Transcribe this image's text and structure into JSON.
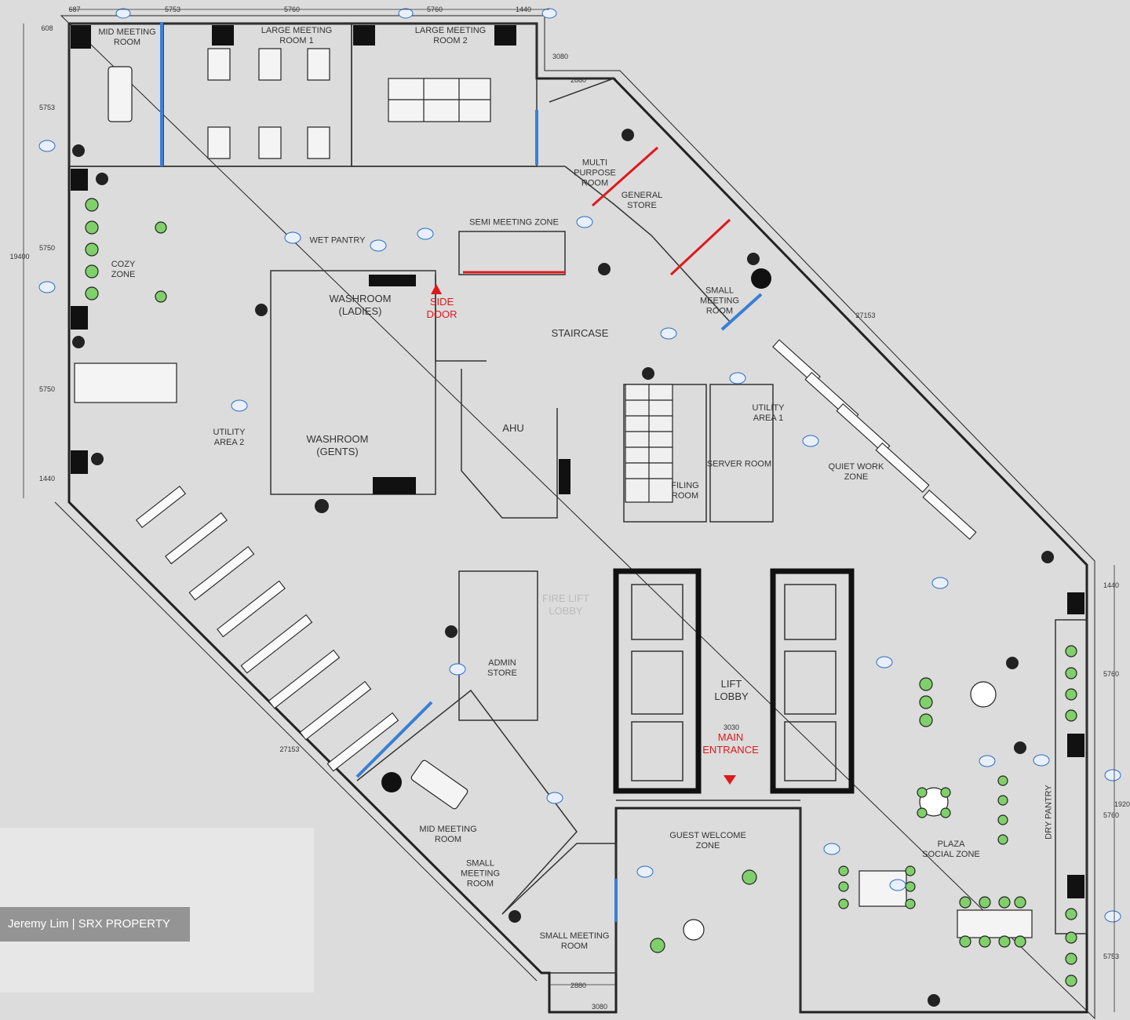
{
  "rooms": {
    "mid_meeting_room_top": "MID MEETING\nROOM",
    "large_meeting_room_1": "LARGE MEETING\nROOM 1",
    "large_meeting_room_2": "LARGE MEETING\nROOM 2",
    "multi_purpose_room": "MULTI\nPURPOSE\nROOM",
    "general_store": "GENERAL\nSTORE",
    "semi_meeting_zone": "SEMI MEETING ZONE",
    "wet_pantry": "WET PANTRY",
    "cozy_zone": "COZY\nZONE",
    "washroom_ladies": "WASHROOM\n(LADIES)",
    "washroom_gents": "WASHROOM\n(GENTS)",
    "side_door": "SIDE\nDOOR",
    "staircase": "STAIRCASE",
    "small_meeting_room_top": "SMALL\nMEETING\nROOM",
    "utility_area_1": "UTILITY\nAREA 1",
    "utility_area_2": "UTILITY\nAREA 2",
    "ahu": "AHU",
    "server_room": "SERVER ROOM",
    "filing_room": "FILING\nROOM",
    "quiet_work_zone": "QUIET WORK\nZONE",
    "fire_lift_lobby": "FIRE LIFT\nLOBBY",
    "admin_store": "ADMIN\nSTORE",
    "lift_lobby": "LIFT\nLOBBY",
    "main_entrance": "MAIN\nENTRANCE",
    "dry_pantry": "DRY PANTRY",
    "plaza_social_zone": "PLAZA\nSOCIAL ZONE",
    "guest_welcome_zone": "GUEST WELCOME\nZONE",
    "mid_meeting_room_bottom": "MID MEETING\nROOM",
    "small_meeting_room_bottom": "SMALL\nMEETING\nROOM",
    "small_meeting_room_right": "SMALL MEETING\nROOM"
  },
  "dimensions": {
    "top_1": "687",
    "top_2": "5753",
    "top_3": "5760",
    "top_4": "5760",
    "top_5": "1440",
    "left_608": "608",
    "left_5753": "5753",
    "left_5750_a": "5750",
    "left_19400": "19400",
    "left_5750_b": "5750",
    "left_1440": "1440",
    "right_3080_top": "3080",
    "right_2880_top": "2880",
    "diag_27153_right": "27153",
    "diag_27153_left": "27153",
    "entrance_3030": "3030",
    "right_1440": "1440",
    "right_5760_a": "5760",
    "right_19200": "1920",
    "right_5760_b": "5760",
    "right_5753": "5753",
    "bottom_2880": "2880",
    "bottom_3080": "3080"
  },
  "watermark": "Jeremy Lim | SRX PROPERTY",
  "colors": {
    "background": "#dcdcdc",
    "wall": "#111111",
    "line": "#333333",
    "glass_blue": "#3a7fd5",
    "accent_red": "#e0181b",
    "plant_green": "#7fd06a",
    "tag_blue": "#2d6cc0"
  }
}
